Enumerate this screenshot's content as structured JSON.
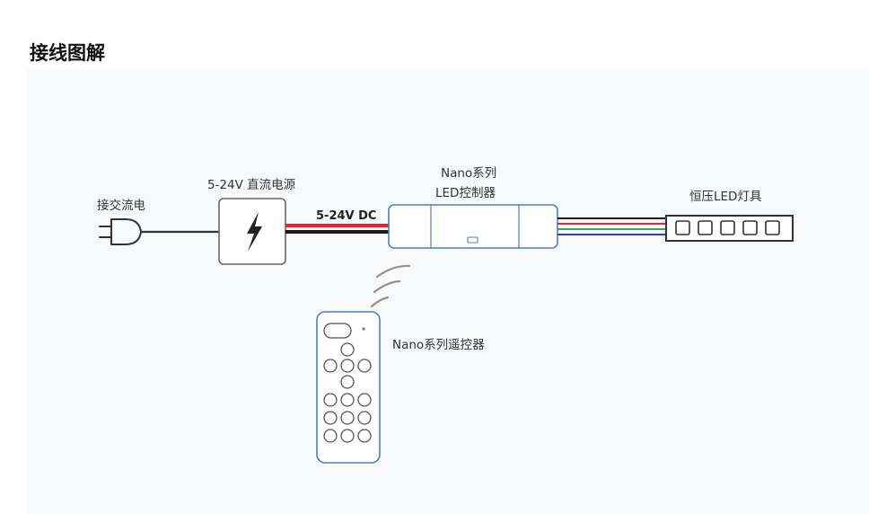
{
  "page": {
    "title": "接线图解"
  },
  "diagram": {
    "labels": {
      "ac_power": "接交流电",
      "power_supply": "5-24V 直流电源",
      "dc_voltage": "5-24V DC",
      "controller_line1": "Nano系列",
      "controller_line2": "LED控制器",
      "led_strip": "恒压LED灯具",
      "remote": "Nano系列遥控器"
    },
    "icons": {
      "plug": "plug-icon",
      "power": "lightning-bolt-icon",
      "signal": "wireless-signal-icon"
    },
    "colors": {
      "dc_positive_wire": "#e8232b",
      "dc_negative_wire": "#1a1a1a",
      "rgb_wires": [
        "#1a1a1a",
        "#e8232b",
        "#2fa84f",
        "#2b3fbf"
      ],
      "device_outline": "#4a7fc1",
      "signal_arcs": "#9a8f86"
    }
  }
}
